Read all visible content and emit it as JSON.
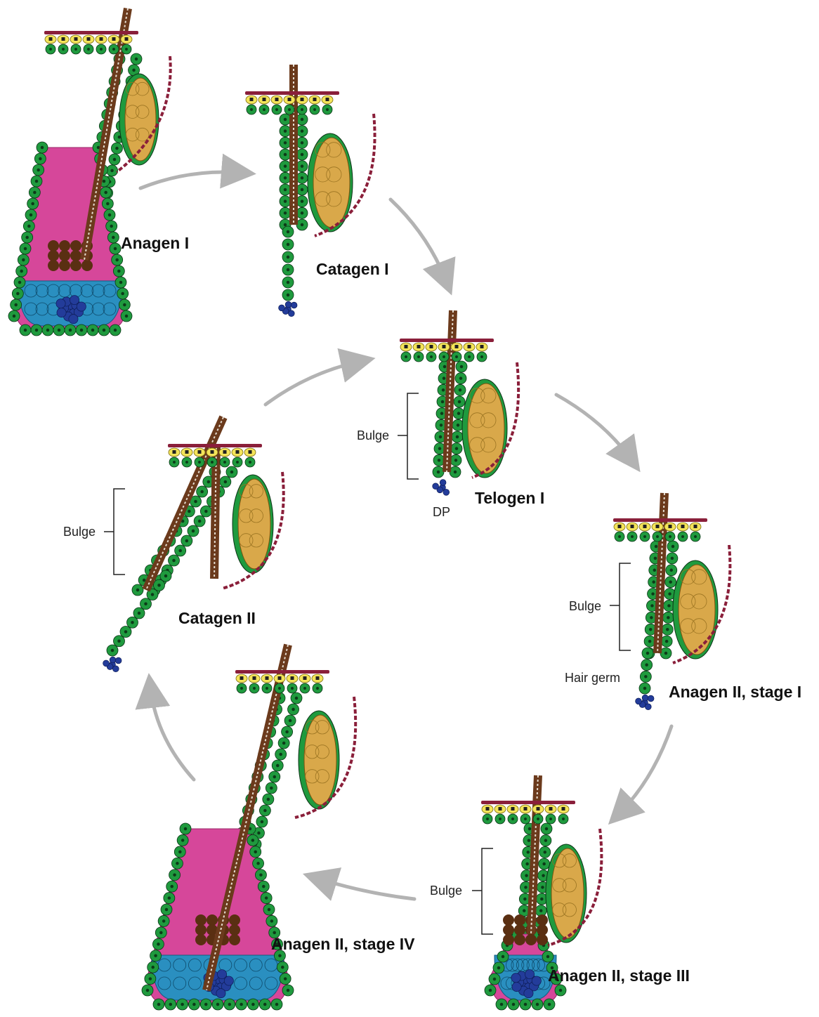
{
  "colors": {
    "outer_root_sheath": "#1f9a3e",
    "cell_nucleus": "#0c3a18",
    "hair_shaft": "#6b3a1c",
    "sebaceous_gland": "#d9a84a",
    "epidermis_basal": "#f4e45a",
    "epidermis_top": "#8a1f3a",
    "inner_root_sheath": "#d6479a",
    "matrix": "#2a8fc0",
    "dermal_papilla": "#233c9a",
    "arrector_pili": "#8a1f3a",
    "arrow": "#b3b3b3"
  },
  "stages": [
    {
      "id": "anagen1",
      "label": "Anagen I",
      "kind": "anagen"
    },
    {
      "id": "catagen1",
      "label": "Catagen I",
      "kind": "catagen"
    },
    {
      "id": "telogen1",
      "label": "Telogen I",
      "kind": "telogen"
    },
    {
      "id": "anagen2s1",
      "label": "Anagen II, stage I",
      "kind": "anagen_early"
    },
    {
      "id": "anagen2s3",
      "label": "Anagen II, stage III",
      "kind": "anagen_mid"
    },
    {
      "id": "anagen2s4",
      "label": "Anagen II, stage IV",
      "kind": "anagen"
    },
    {
      "id": "catagen2",
      "label": "Catagen II",
      "kind": "catagen_double"
    }
  ],
  "annotations": {
    "bulge": "Bulge",
    "dp": "DP",
    "hair_germ": "Hair germ"
  }
}
